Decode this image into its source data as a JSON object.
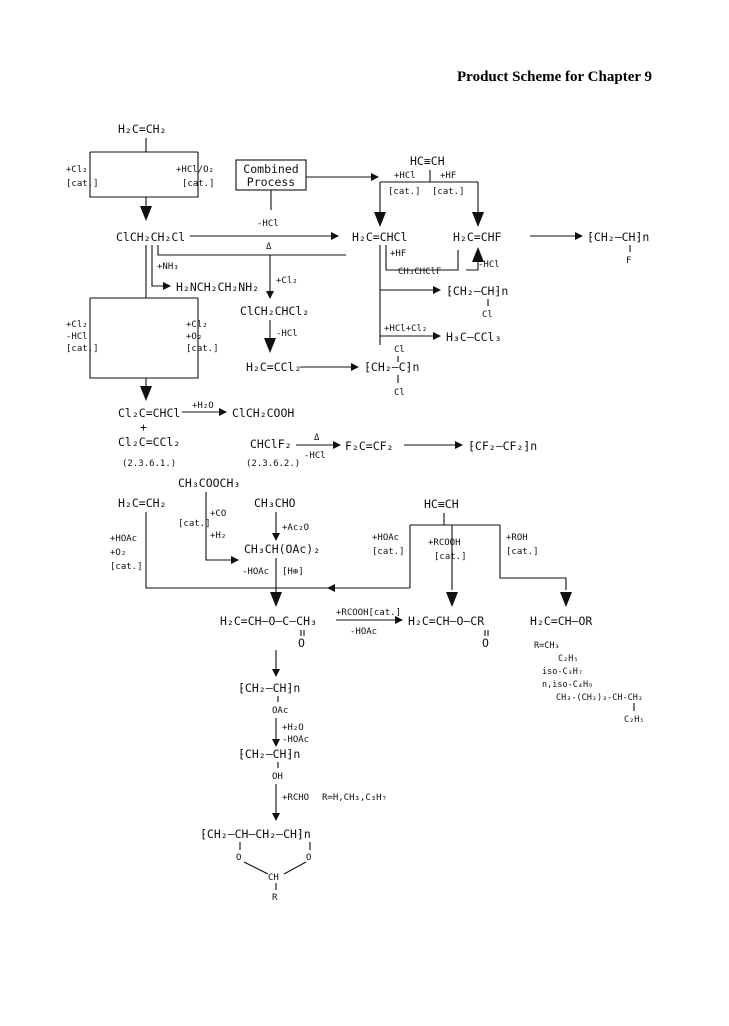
{
  "title": "Product Scheme for Chapter 9",
  "ethylene_top": "H₂C=CH₂",
  "acetylene_top": "HC≡CH",
  "cond_cl2": "+Cl₂",
  "cond_cat": "[cat.]",
  "cond_hcl_o2": "+HCl/O₂",
  "box_line1": "Combined",
  "box_line2": "Process",
  "cond_hcl": "+HCl",
  "cond_hf": "+HF",
  "cond_minus_hcl": "-HCl",
  "cond_delta": "Δ",
  "dichloroethane": "ClCH₂CH₂Cl",
  "vinyl_chloride": "H₂C=CHCl",
  "vinyl_fluoride": "H₂C=CHF",
  "pvf": "⁅CH₂–CH⁆n",
  "pvf_sub": "F",
  "cond_nh3": "+NH₃",
  "ethylenediamine": "H₂NCH₂CH₂NH₂",
  "ch3chclf": "CH₃CHClF",
  "pvc": "⁅CH₂–CH⁆n",
  "pvc_sub": "Cl",
  "cond_hcl_cl2": "+HCl+Cl₂",
  "trichloroethane_11": "H₃C–CCl₃",
  "trichloroethane_112": "ClCH₂CHCl₂",
  "cond_minus_hcl2": "-HCl",
  "cond_o2": "+O₂",
  "vinylidene_chloride": "H₂C=CCl₂",
  "pvdc": "⁅CH₂–C⁆n",
  "pvdc_sub": "Cl",
  "cond_h2o": "+H₂O",
  "trichloroethylene": "Cl₂C=CHCl",
  "plus": "+",
  "perchloroethylene": "Cl₂C=CCl₂",
  "ref1": "(2.3.6.1.)",
  "chloroacetic_acid": "ClCH₂COOH",
  "chcl_f2": "CHClF₂",
  "tetrafluoroethylene": "F₂C=CF₂",
  "ptfe": "⁅CF₂–CF₂⁆n",
  "ref2": "(2.3.6.2.)",
  "methyl_acetate": "CH₃COOCH₃",
  "acetaldehyde": "CH₃CHO",
  "ethylene_mid": "H₂C=CH₂",
  "acetylene_mid": "HC≡CH",
  "cond_co": "+CO",
  "cond_h2": "+H₂",
  "cond_ac2o": "+Ac₂O",
  "ethylidene_diacetate": "CH₃CH(OAc)₂",
  "cond_minus_hoac": "-HOAc",
  "cond_hplus": "[H⊕]",
  "cond_hoac": "+HOAc",
  "cond_rcooh": "+RCOOH",
  "cond_roh": "+ROH",
  "vinyl_acetate": "H₂C=CH–O–C–CH₃",
  "carbonyl_o": "O",
  "cond_rcooh_cat": "+RCOOH[cat.]",
  "vinyl_ester": "H₂C=CH–O–CR",
  "vinyl_ether": "H₂C=CH–OR",
  "r_list": [
    "R=CH₃",
    "C₂H₅",
    "iso-C₃H₇",
    "n,iso-C₄H₉",
    "CH₃-(CH₂)₃-CH-CH₂",
    "C₂H₅"
  ],
  "pvac": "⁅CH₂–CH⁆n",
  "pvac_sub": "OAc",
  "pva": "⁅CH₂–CH⁆n",
  "pva_sub": "OH",
  "cond_rcho": "+RCHO",
  "rcho_r": "R=H,CH₃,C₃H₇",
  "polyvinyl_acetal": "⁅CH₂–CH–CH₂–CH⁆n",
  "acetal_o": "O",
  "acetal_ch": "CH",
  "acetal_r": "R"
}
